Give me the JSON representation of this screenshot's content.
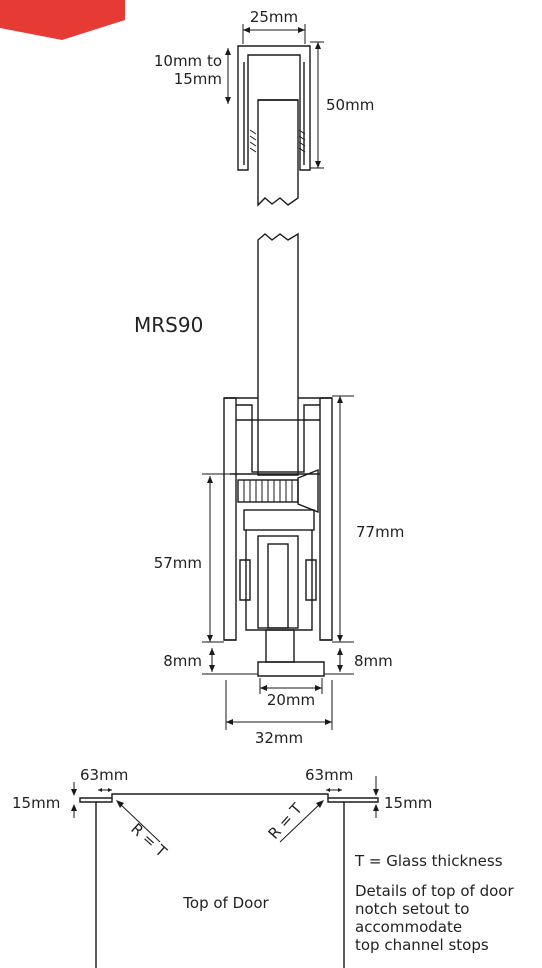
{
  "colors": {
    "brand_red": "#e63a35",
    "line": "#1a1a1a",
    "background": "#ffffff"
  },
  "top_channel": {
    "width_label": "25mm",
    "insert_label_line1": "10mm to",
    "insert_label_line2": "15mm",
    "height_label": "50mm"
  },
  "model_label": "MRS90",
  "bottom_rail": {
    "overall_height_label": "77mm",
    "inner_height_label": "57mm",
    "left_foot_label": "8mm",
    "right_foot_label": "8mm",
    "guide_width_label": "20mm",
    "overall_width_label": "32mm"
  },
  "door_top": {
    "left_notch_width": "63mm",
    "left_notch_depth": "15mm",
    "right_notch_width": "63mm",
    "right_notch_depth": "15mm",
    "radius_left": "R = T",
    "radius_right": "R = T",
    "center_label": "Top of Door",
    "legend": "T = Glass thickness",
    "note_lines": [
      "Details of top of door",
      "notch setout to",
      "accommodate",
      "top channel stops"
    ]
  }
}
